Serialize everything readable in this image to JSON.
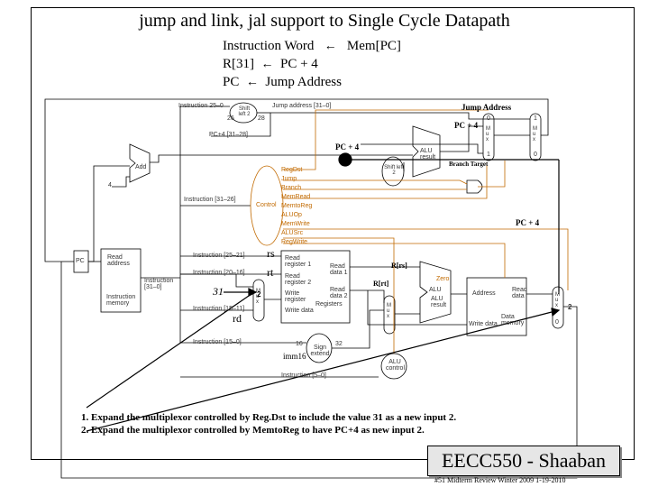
{
  "slide": {
    "title": "jump and link, jal support to Single Cycle Datapath",
    "rtl": [
      {
        "lhs": "Instruction Word",
        "arrow": "←",
        "rhs": "Mem[PC]"
      },
      {
        "lhs": "R[31]",
        "arrow": "←",
        "rhs": "PC + 4"
      },
      {
        "lhs": "PC",
        "arrow": "←",
        "rhs": "Jump Address"
      }
    ],
    "notes": [
      "1. Expand the multiplexor controlled by Reg.Dst to include the value 31 as a new input 2.",
      "2. Expand the multiplexor controlled by MemtoReg to have PC+4 as new input 2."
    ],
    "brand": "EECC550 - Shaaban",
    "footer": "#51 Midterm Review Winter 2009 1-19-2010"
  },
  "diagram": {
    "labels": {
      "instr_25_0": "Instruction 25–0",
      "shift_left": "Shift left 2",
      "n26": "26",
      "n28": "28",
      "jump_addr_31_0": "Jump address [31–0]",
      "pc4_31_28": "PC+4 [31–28]",
      "add": "Add",
      "n4": "4",
      "instr_31_26": "Instruction [31–26]",
      "control": "Control",
      "pc": "PC",
      "read_address": "Read address",
      "instruction_31_0": "Instruction [31–0]",
      "instruction_memory": "Instruction memory",
      "instr_25_21": "Instruction [25–21]",
      "instr_20_16": "Instruction [20–16]",
      "instr_15_11": "Instruction [15–11]",
      "instr_15_0": "Instruction [15–0]",
      "instr_5_0": "Instruction [5–0]",
      "read_reg_1": "Read register 1",
      "read_reg_2": "Read register 2",
      "write_register": "Write register",
      "write_data": "Write data",
      "read_data_1": "Read data 1",
      "read_data_2": "Read data 2",
      "registers": "Registers",
      "n16": "16",
      "n32": "32",
      "sign_extend": "Sign extend",
      "alu_control": "ALU control",
      "alu": "ALU",
      "alu_result": "ALU result",
      "zero": "Zero",
      "address": "Address",
      "read_data": "Read data",
      "write_data_mem": "Write data",
      "data_memory": "Data memory",
      "shift_left_2b": "Shift left 2",
      "alu_result_top": "ALU result",
      "mux": "M u x",
      "m0": "0",
      "m1": "1",
      "m2": "2"
    },
    "control_signals": [
      "RegDst",
      "Jump",
      "Branch",
      "MemRead",
      "MemtoReg",
      "ALUOp",
      "MemWrite",
      "ALUSrc",
      "RegWrite"
    ],
    "overlays": {
      "jump_address": "Jump Address",
      "pc4_a": "PC + 4",
      "pc4_b": "PC + 4",
      "pc4_c": "PC + 4",
      "branch_target": "Branch Target",
      "rs": "rs",
      "rt": "rt",
      "rd": "rd",
      "r_rs": "R[rs]",
      "r_rt": "R[rt]",
      "n31": "31",
      "imm16": "imm16"
    },
    "colors": {
      "control": "#c26a00",
      "wire": "#000000",
      "control_wire": "#c26a00"
    }
  }
}
